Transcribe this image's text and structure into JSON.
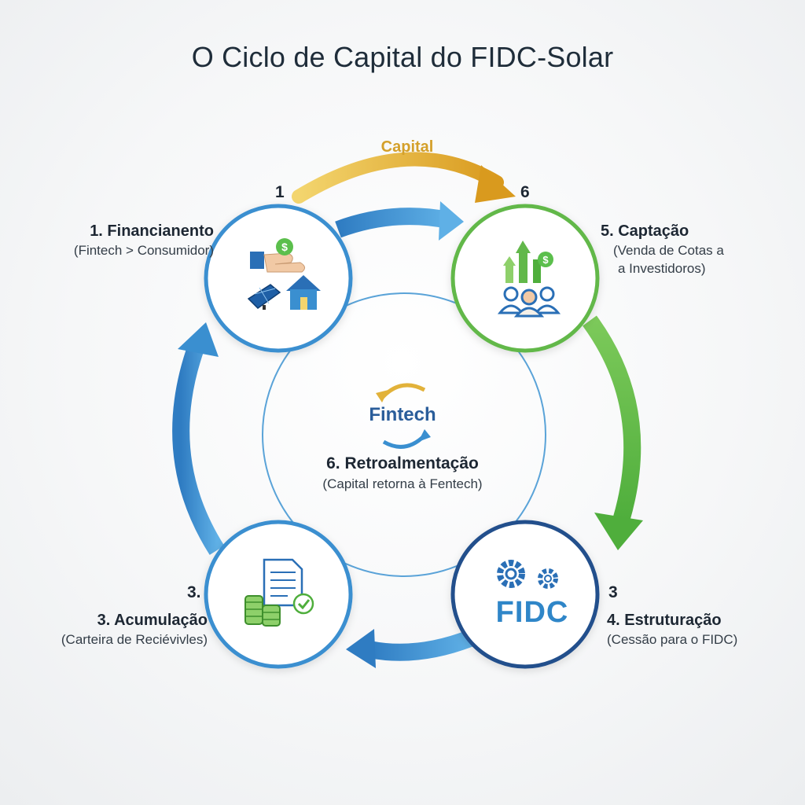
{
  "title": "O Ciclo de Capital do FIDC-Solar",
  "capital_label": "Capital",
  "markers": {
    "top_left": "1",
    "top_right": "6",
    "bottom_left": "3.",
    "bottom_right": "3"
  },
  "center": {
    "logo_text": "Fintech",
    "heading": "6. Retroalmentação",
    "sub": "(Capital retorna à Fentech)"
  },
  "steps": {
    "financiamento": {
      "heading": "1. Financianento",
      "sub": "(Fintech > Consumidor)"
    },
    "captacao": {
      "heading": "5. Captação",
      "sub_line1": "(Venda de Cotas a",
      "sub_line2": "a Investidoros)"
    },
    "acumulacao": {
      "heading": "3. Acumulação",
      "sub": "(Carteira de Reciévivles)"
    },
    "estruturacao": {
      "heading": "4. Estruturação",
      "sub": "(Cessão para o FIDC)",
      "logo_text": "FIDC"
    }
  },
  "colors": {
    "blue": "#3a8fd0",
    "green": "#62b84a",
    "navy": "#234f8c",
    "gold": "#e2b23a"
  }
}
